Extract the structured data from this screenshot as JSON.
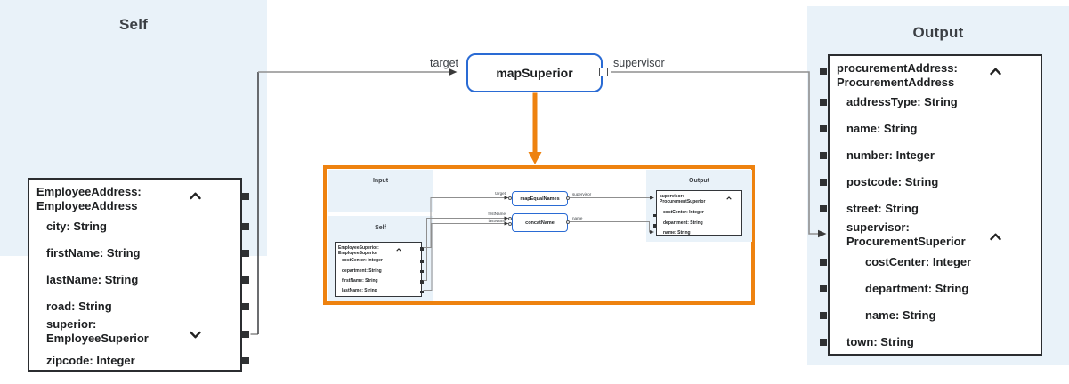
{
  "panels": {
    "input": {
      "title": "Input"
    },
    "self": {
      "title": "Self"
    },
    "output": {
      "title": "Output"
    }
  },
  "map_node": {
    "label": "mapSuperior",
    "source_label": "target",
    "target_label": "supervisor"
  },
  "self_box": {
    "title_line1": "EmployeeAddress:",
    "title_line2": "EmployeeAddress",
    "fields": [
      "city: String",
      "firstName: String",
      "lastName: String",
      "road: String"
    ],
    "superior_line1": "superior:",
    "superior_line2": "EmployeeSuperior",
    "last_field": "zipcode: Integer"
  },
  "output_box": {
    "title_line1": "procurementAddress:",
    "title_line2": "ProcurementAddress",
    "fields": [
      "addressType: String",
      "name: String",
      "number: Integer",
      "postcode: String",
      "street: String"
    ],
    "supervisor_line1": "supervisor:",
    "supervisor_line2": "ProcurementSuperior",
    "sub_fields": [
      "costCenter: Integer",
      "department: String",
      "name: String"
    ],
    "last_field": "town: String"
  },
  "preview": {
    "panels": {
      "input": "Input",
      "self": "Self",
      "output": "Output"
    },
    "self_box": {
      "title_line1": "EmployeeSuperior:",
      "title_line2": "EmployeeSuperior",
      "fields": [
        "costCenter: Integer",
        "department: String",
        "firstName: String",
        "lastName: String"
      ]
    },
    "nodes": [
      {
        "label": "mapEqualNames",
        "source_label": "target",
        "target_label": "supervisor"
      },
      {
        "label": "concatName",
        "source_label1": "firstName",
        "source_label2": "lastName",
        "target_label": "name"
      }
    ],
    "output_box": {
      "title_line1": "supervisor:",
      "title_line2": "ProcurementSuperior",
      "fields": [
        "costCenter: Integer",
        "department: String",
        "name: String"
      ]
    }
  },
  "colors": {
    "panel_bg": "#e9f2f9",
    "node_border": "#2a6bd4",
    "highlight_orange": "#ee820f",
    "connection_gray": "#8f8f8f"
  }
}
